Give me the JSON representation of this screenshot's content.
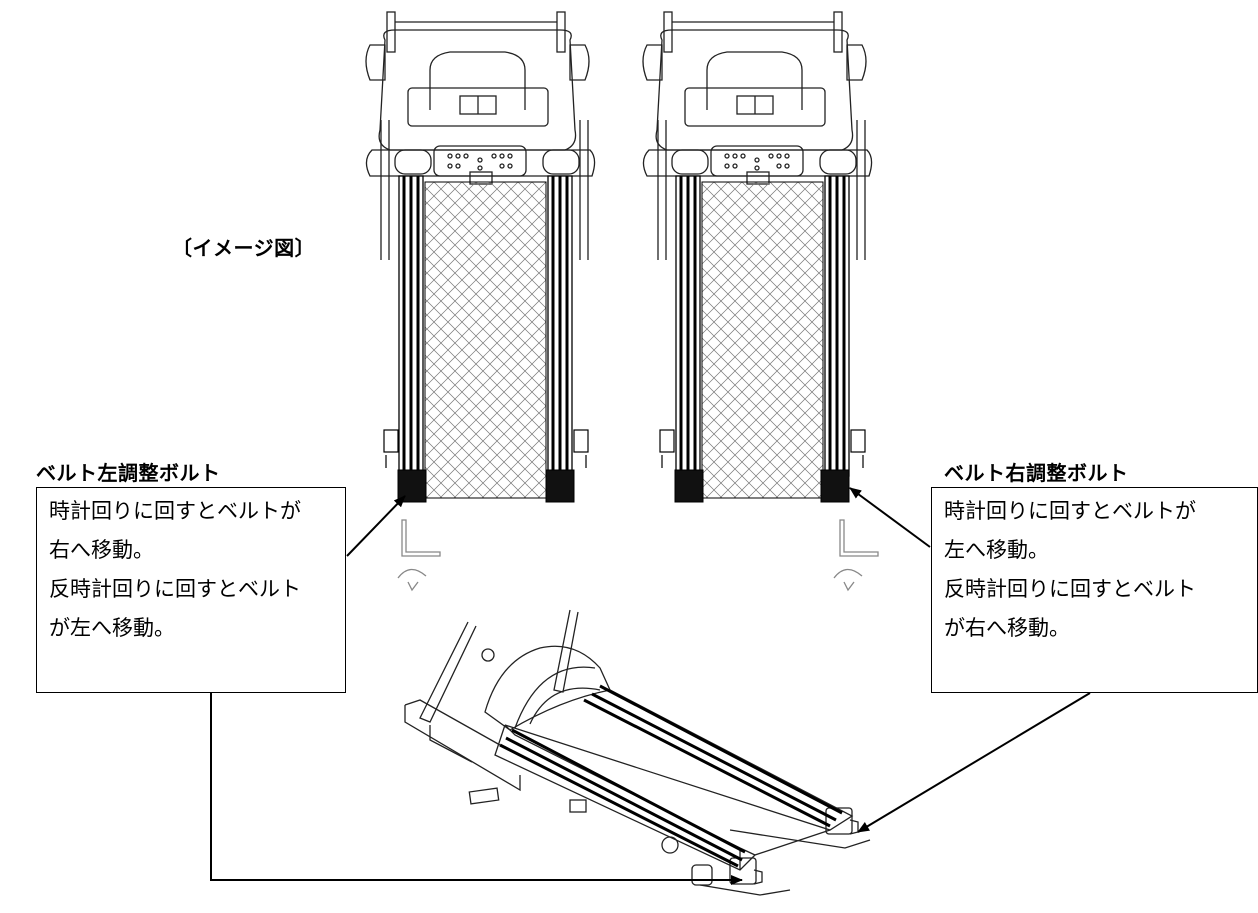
{
  "caption": "〔イメージ図〕",
  "left": {
    "heading": "ベルト左調整ボルト",
    "lines": [
      "時計回りに回すとベルトが",
      "右へ移動。",
      "反時計回りに回すとベルト",
      "が左へ移動。"
    ]
  },
  "right": {
    "heading": "ベルト右調整ボルト",
    "lines": [
      "時計回りに回すとベルトが",
      "左へ移動。",
      "反時計回りに回すとベルト",
      "が右へ移動。"
    ]
  }
}
